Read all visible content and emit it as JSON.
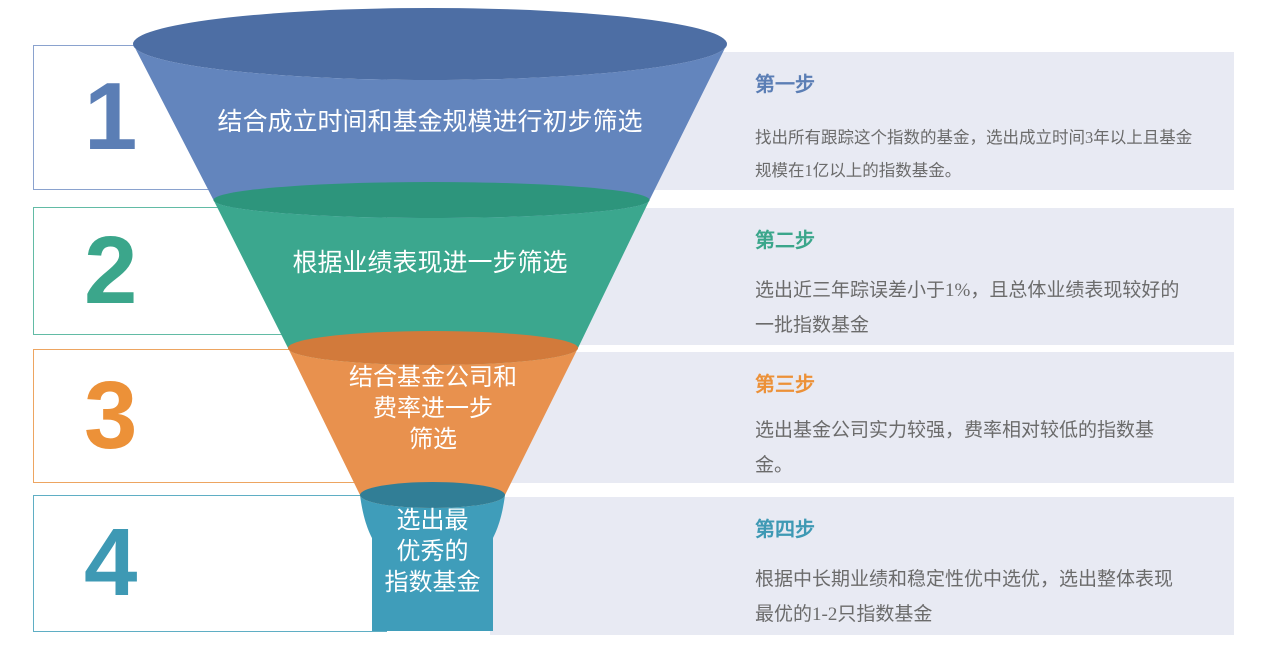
{
  "figure": {
    "background_color": "#FFFFFF",
    "panel_background_color": "#E8EAF3",
    "funnel_text_color": "#FFFFFF",
    "body_text_color": "#6B6B6B"
  },
  "steps": [
    {
      "number": "1",
      "funnel_label": "结合成立时间和基金规模进行初步筛选",
      "panel_title": "第一步",
      "panel_body": "找出所有跟踪这个指数的基金，选出成立时间3年以上且基金规模在1亿以上的指数基金。",
      "accent_color": "#5B7EB5",
      "box_border_color": "#8AA2CE",
      "funnel_body_color": "#6385BD",
      "funnel_lip_color": "#4D6EA4"
    },
    {
      "number": "2",
      "funnel_label": "根据业绩表现进一步筛选",
      "panel_title": "第二步",
      "panel_body": "选出近三年踪误差小于1%，且总体业绩表现较好的一批指数基金",
      "accent_color": "#3BA68B",
      "box_border_color": "#62BBA5",
      "funnel_body_color": "#3BA78E",
      "funnel_lip_color": "#2D957C"
    },
    {
      "number": "3",
      "funnel_label": "结合基金公司和\n费率进一步\n筛选",
      "panel_title": "第三步",
      "panel_body": "选出基金公司实力较强，费率相对较低的指数基金。",
      "accent_color": "#EC9138",
      "box_border_color": "#EDA561",
      "funnel_body_color": "#E8914E",
      "funnel_lip_color": "#D27A3B"
    },
    {
      "number": "4",
      "funnel_label": "选出最\n优秀的\n指数基金",
      "panel_title": "第四步",
      "panel_body": "根据中长期业绩和稳定性优中选优，选出整体表现最优的1-2只指数基金",
      "accent_color": "#3E99B4",
      "box_border_color": "#5FAEC4",
      "funnel_body_color": "#3F9DBA",
      "funnel_lip_color": "#317E96"
    }
  ]
}
